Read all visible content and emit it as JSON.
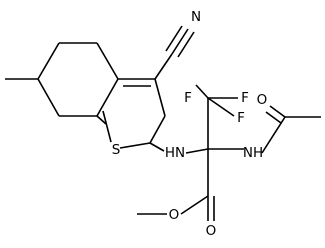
{
  "atoms": {
    "nitrile_n": "N",
    "sulfur": "S",
    "amine_nh_left": "HN",
    "amine_nh_right": "NH",
    "fluorine_top_left": "F",
    "fluorine_top_right": "F",
    "fluorine_mid": "F",
    "carbonyl_o_acetyl": "O",
    "carbonyl_o_ester": "O",
    "ester_o": "O"
  }
}
